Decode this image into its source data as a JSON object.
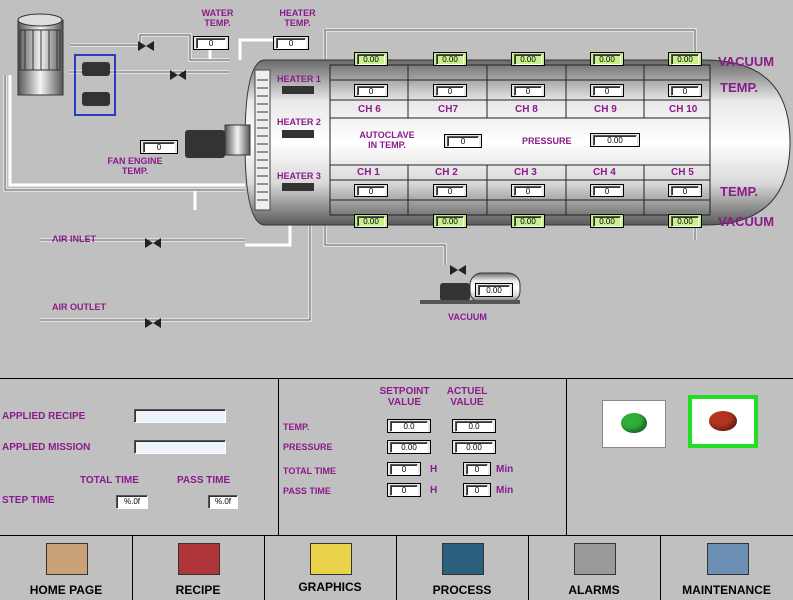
{
  "top_labels": {
    "water_temp": "WATER\nTEMP.",
    "heater_temp": "HEATER\nTEMP.",
    "fan_engine_temp": "FAN ENGINE\nTEMP.",
    "air_inlet": "AIR INLET",
    "air_outlet": "AIR OUTLET",
    "vacuum_pump": "VACUUM",
    "autoclave_in_temp": "AUTOCLAVE\nIN TEMP.",
    "pressure": "PRESSURE"
  },
  "values": {
    "water_temp": "0",
    "heater_temp": "0",
    "fan_engine_temp": "0",
    "autoclave_in_temp": "0",
    "pressure": "0.00",
    "vacuum_pump": "0.00"
  },
  "heaters": [
    {
      "label": "HEATER 1"
    },
    {
      "label": "HEATER 2"
    },
    {
      "label": "HEATER 3"
    }
  ],
  "side_labels": {
    "vacuum_top": "VACUUM",
    "temp_top": "TEMP.",
    "temp_bottom": "TEMP.",
    "vacuum_bottom": "VACUUM"
  },
  "channels_top": [
    {
      "name": "CH 6",
      "vacuum": "0.00",
      "temp": "0"
    },
    {
      "name": "CH7",
      "vacuum": "0.00",
      "temp": "0"
    },
    {
      "name": "CH 8",
      "vacuum": "0.00",
      "temp": "0"
    },
    {
      "name": "CH 9",
      "vacuum": "0.00",
      "temp": "0"
    },
    {
      "name": "CH 10",
      "vacuum": "0.00",
      "temp": "0"
    }
  ],
  "channels_bottom": [
    {
      "name": "CH 1",
      "vacuum": "0.00",
      "temp": "0"
    },
    {
      "name": "CH 2",
      "vacuum": "0.00",
      "temp": "0"
    },
    {
      "name": "CH 3",
      "vacuum": "0.00",
      "temp": "0"
    },
    {
      "name": "CH 4",
      "vacuum": "0.00",
      "temp": "0"
    },
    {
      "name": "CH 5",
      "vacuum": "0.00",
      "temp": "0"
    }
  ],
  "recipe_panel": {
    "applied_recipe_label": "APPLIED RECIPE",
    "applied_recipe_value": "",
    "applied_mission_label": "APPLIED MISSION",
    "applied_mission_value": "",
    "total_time_label": "TOTAL TIME",
    "pass_time_label": "PASS TIME",
    "step_time_label": "STEP TIME",
    "total_time_value": "%.0f",
    "pass_time_value": "%.0f"
  },
  "setpoint_panel": {
    "setpoint_header": "SETPOINT\nVALUE",
    "actual_header": "ACTUEL\nVALUE",
    "rows": [
      {
        "label": "TEMP.",
        "setpoint": "0.0",
        "actual": "0.0"
      },
      {
        "label": "PRESSURE",
        "setpoint": "0.00",
        "actual": "0.00"
      }
    ],
    "total_time_label": "TOTAL TIME",
    "total_time_h": "0",
    "total_time_min": "0",
    "pass_time_label": "PASS TIME",
    "pass_time_h": "0",
    "pass_time_min": "0",
    "h_unit": "H",
    "min_unit": "Min"
  },
  "controls": {
    "start_button_color": "#2fae3a",
    "stop_button_color": "#b3331f",
    "stop_frame_color": "#22dd22"
  },
  "nav": [
    {
      "label": "HOME PAGE",
      "icon": "home-icon"
    },
    {
      "label": "RECIPE",
      "icon": "recipe-icon"
    },
    {
      "label": "GRAPHICS",
      "icon": "graphics-icon"
    },
    {
      "label": "PROCESS",
      "icon": "process-icon"
    },
    {
      "label": "ALARMS",
      "icon": "alarms-icon"
    },
    {
      "label": "MAINTENANCE",
      "icon": "maintenance-icon"
    }
  ]
}
